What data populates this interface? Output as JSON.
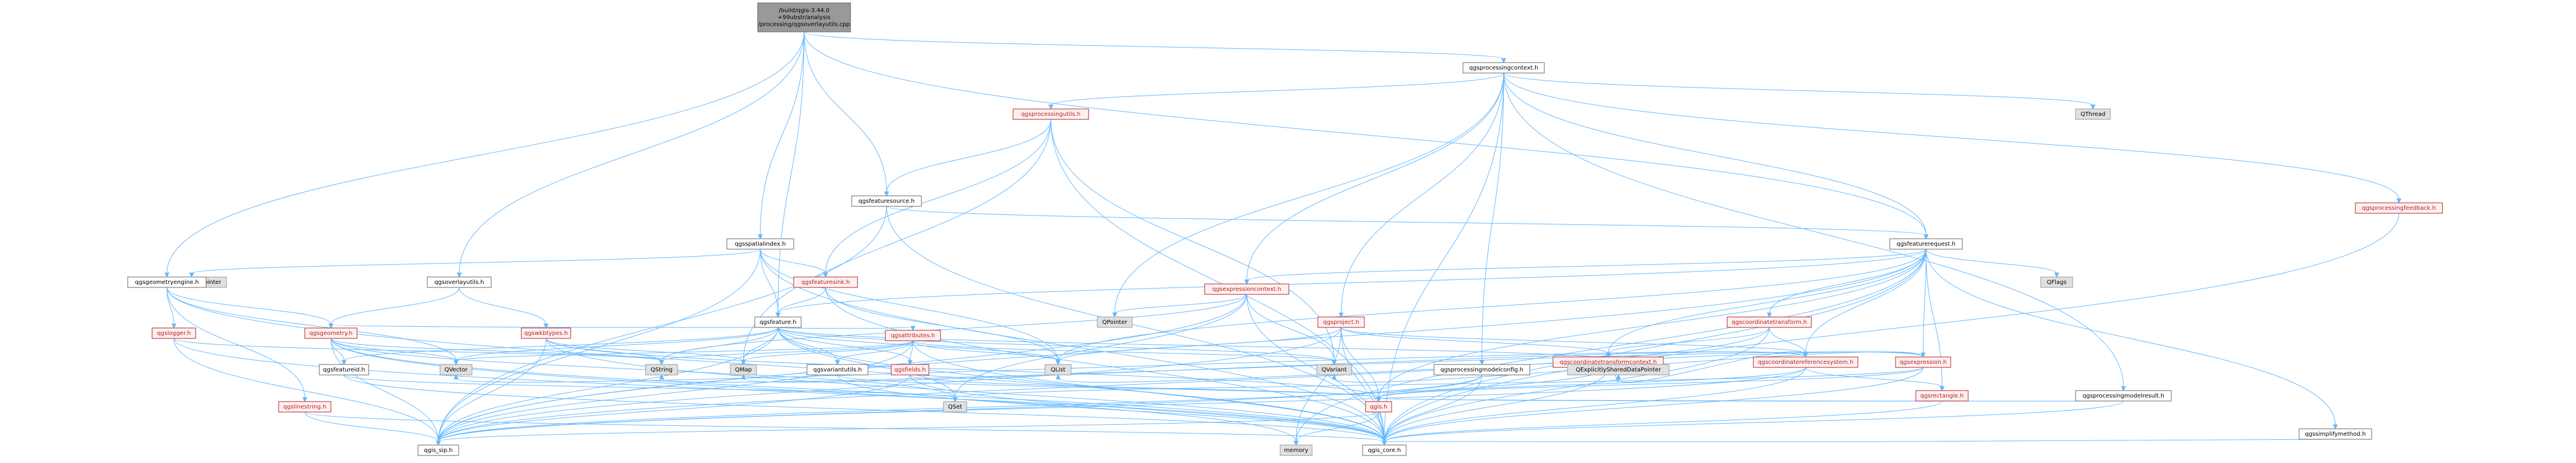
{
  "colors": {
    "root_fill": "#999999",
    "root_stroke": "#666666",
    "normal_fill": "#ffffff",
    "normal_stroke": "#666666",
    "truncated_fill": "#fff0f0",
    "truncated_stroke": "#b22222",
    "truncated_text": "#b22222",
    "external_fill": "#e0e0e0",
    "external_stroke": "#999999",
    "edge": "#63b8ff",
    "text": "#000000"
  },
  "nodes": [
    {
      "id": "root",
      "lines": [
        "/build/qgis-3.44.0",
        "+99ubstr/analysis",
        "/processing/qgsoverlayutils.cpp"
      ],
      "kind": "root"
    },
    {
      "id": "qgsprocessingcontext",
      "lines": [
        "qgsprocessingcontext.h"
      ],
      "kind": "normal"
    },
    {
      "id": "qgsprocessingutils",
      "lines": [
        "qgsprocessingutils.h"
      ],
      "kind": "truncated"
    },
    {
      "id": "qthread",
      "lines": [
        "QThread"
      ],
      "kind": "external"
    },
    {
      "id": "qgsprocessingfeedback",
      "lines": [
        "qgsprocessingfeedback.h"
      ],
      "kind": "truncated"
    },
    {
      "id": "qgsfeaturesource",
      "lines": [
        "qgsfeaturesource.h"
      ],
      "kind": "normal"
    },
    {
      "id": "qgsspatialindex",
      "lines": [
        "qgsspatialindex.h"
      ],
      "kind": "normal"
    },
    {
      "id": "qgsfeaturerequest",
      "lines": [
        "qgsfeaturerequest.h"
      ],
      "kind": "normal"
    },
    {
      "id": "qshareddatapointer",
      "lines": [
        "QSharedDataPointer"
      ],
      "kind": "external"
    },
    {
      "id": "qgsfeaturesink",
      "lines": [
        "qgsfeaturesink.h"
      ],
      "kind": "truncated"
    },
    {
      "id": "qflags",
      "lines": [
        "QFlags"
      ],
      "kind": "external"
    },
    {
      "id": "qgsexpressioncontext",
      "lines": [
        "qgsexpressioncontext.h"
      ],
      "kind": "truncated"
    },
    {
      "id": "qgsoverlayutils",
      "lines": [
        "qgsoverlayutils.h"
      ],
      "kind": "normal"
    },
    {
      "id": "qgsgeometryengine",
      "lines": [
        "qgsgeometryengine.h"
      ],
      "kind": "normal"
    },
    {
      "id": "qgsfeature",
      "lines": [
        "qgsfeature.h"
      ],
      "kind": "normal"
    },
    {
      "id": "qpointer",
      "lines": [
        "QPointer"
      ],
      "kind": "external"
    },
    {
      "id": "qgsproject",
      "lines": [
        "qgsproject.h"
      ],
      "kind": "truncated"
    },
    {
      "id": "qgscoordinatetransform",
      "lines": [
        "qgscoordinatetransform.h"
      ],
      "kind": "truncated"
    },
    {
      "id": "qgslogger",
      "lines": [
        "qgslogger.h"
      ],
      "kind": "truncated"
    },
    {
      "id": "qgsgeometry",
      "lines": [
        "qgsgeometry.h"
      ],
      "kind": "truncated"
    },
    {
      "id": "qgswkbtypes",
      "lines": [
        "qgswkbtypes.h"
      ],
      "kind": "truncated"
    },
    {
      "id": "qgsattributes",
      "lines": [
        "qgsattributes.h"
      ],
      "kind": "truncated"
    },
    {
      "id": "qgscoordinatetransformcontext",
      "lines": [
        "qgscoordinatetransformcontext.h"
      ],
      "kind": "truncated"
    },
    {
      "id": "qgscoordinatereferencesystem",
      "lines": [
        "qgscoordinatereferencesystem.h"
      ],
      "kind": "truncated"
    },
    {
      "id": "qgsexpression",
      "lines": [
        "qgsexpression.h"
      ],
      "kind": "truncated"
    },
    {
      "id": "qgsfeatureid",
      "lines": [
        "qgsfeatureid.h"
      ],
      "kind": "normal"
    },
    {
      "id": "qvector",
      "lines": [
        "QVector"
      ],
      "kind": "external"
    },
    {
      "id": "qstring",
      "lines": [
        "QString"
      ],
      "kind": "external"
    },
    {
      "id": "qmap",
      "lines": [
        "QMap"
      ],
      "kind": "external"
    },
    {
      "id": "qgsvariantutils",
      "lines": [
        "qgsvariantutils.h"
      ],
      "kind": "normal"
    },
    {
      "id": "qgsfields",
      "lines": [
        "qgsfields.h"
      ],
      "kind": "truncated"
    },
    {
      "id": "qlist",
      "lines": [
        "QList"
      ],
      "kind": "external"
    },
    {
      "id": "qvariant",
      "lines": [
        "QVariant"
      ],
      "kind": "external"
    },
    {
      "id": "qexplicitlyshareddatapointer",
      "lines": [
        "QExplicitlySharedDataPointer"
      ],
      "kind": "external"
    },
    {
      "id": "qgsprocessingmodelconfig",
      "lines": [
        "qgsprocessingmodelconfig.h"
      ],
      "kind": "normal"
    },
    {
      "id": "qgsrectangle",
      "lines": [
        "qgsrectangle.h"
      ],
      "kind": "truncated"
    },
    {
      "id": "qgsprocessingmodelresult",
      "lines": [
        "qgsprocessingmodelresult.h"
      ],
      "kind": "normal"
    },
    {
      "id": "qset",
      "lines": [
        "QSet"
      ],
      "kind": "external"
    },
    {
      "id": "qgis",
      "lines": [
        "qgis.h"
      ],
      "kind": "truncated"
    },
    {
      "id": "qgslinestring",
      "lines": [
        "qgslinestring.h"
      ],
      "kind": "truncated"
    },
    {
      "id": "qgssimplifymethod",
      "lines": [
        "qgssimplifymethod.h"
      ],
      "kind": "normal"
    },
    {
      "id": "qgis_sip",
      "lines": [
        "qgis_sip.h"
      ],
      "kind": "normal"
    },
    {
      "id": "memory",
      "lines": [
        "memory"
      ],
      "kind": "external"
    },
    {
      "id": "qgis_core",
      "lines": [
        "qgis_core.h"
      ],
      "kind": "normal"
    }
  ],
  "edges": [
    [
      "root",
      "qgsprocessingcontext"
    ],
    [
      "root",
      "qgsfeaturesource"
    ],
    [
      "root",
      "qgsspatialindex"
    ],
    [
      "root",
      "qgsoverlayutils"
    ],
    [
      "root",
      "qgsgeometryengine"
    ],
    [
      "root",
      "qgsfeature"
    ],
    [
      "root",
      "qgsfeaturerequest"
    ],
    [
      "qgsprocessingcontext",
      "qgsprocessingutils"
    ],
    [
      "qgsprocessingcontext",
      "qthread"
    ],
    [
      "qgsprocessingcontext",
      "qgsprocessingfeedback"
    ],
    [
      "qgsprocessingcontext",
      "qgsexpressioncontext"
    ],
    [
      "qgsprocessingcontext",
      "qpointer"
    ],
    [
      "qgsprocessingcontext",
      "qgsproject"
    ],
    [
      "qgsprocessingcontext",
      "qgsprocessingmodelconfig"
    ],
    [
      "qgsprocessingcontext",
      "qgsprocessingmodelresult"
    ],
    [
      "qgsprocessingcontext",
      "qgis_core"
    ],
    [
      "qgsprocessingcontext",
      "qgsfeaturerequest"
    ],
    [
      "qgsprocessingutils",
      "qgsfeaturesource"
    ],
    [
      "qgsprocessingutils",
      "qgsfeaturesink"
    ],
    [
      "qgsprocessingutils",
      "qvariant"
    ],
    [
      "qgsprocessingutils",
      "qgis_core"
    ],
    [
      "qgsprocessingutils",
      "qmap"
    ],
    [
      "qgsprocessingfeedback",
      "qgis_core"
    ],
    [
      "qgsfeaturesource",
      "qgsfeaturerequest"
    ],
    [
      "qgsfeaturesource",
      "qgis_core"
    ],
    [
      "qgsfeaturesource",
      "qgis_sip"
    ],
    [
      "qgsspatialindex",
      "qshareddatapointer"
    ],
    [
      "qgsspatialindex",
      "qgsfeaturesink"
    ],
    [
      "qgsspatialindex",
      "qgsfeature"
    ],
    [
      "qgsspatialindex",
      "qlist"
    ],
    [
      "qgsspatialindex",
      "qgis_sip"
    ],
    [
      "qgsspatialindex",
      "qgis_core"
    ],
    [
      "qgsfeaturerequest",
      "qflags"
    ],
    [
      "qgsfeaturerequest",
      "qgsexpressioncontext"
    ],
    [
      "qgsfeaturerequest",
      "qgsfeature"
    ],
    [
      "qgsfeaturerequest",
      "qgscoordinatetransform"
    ],
    [
      "qgsfeaturerequest",
      "qgscoordinatetransformcontext"
    ],
    [
      "qgsfeaturerequest",
      "qgscoordinatereferencesystem"
    ],
    [
      "qgsfeaturerequest",
      "qgsexpression"
    ],
    [
      "qgsfeaturerequest",
      "qgsrectangle"
    ],
    [
      "qgsfeaturerequest",
      "qgssimplifymethod"
    ],
    [
      "qgsfeaturerequest",
      "qgis_core"
    ],
    [
      "qgsfeaturerequest",
      "qgis_sip"
    ],
    [
      "qgsfeaturerequest",
      "qgis"
    ],
    [
      "qgsfeaturerequest",
      "qlist"
    ],
    [
      "qgsfeaturerequest",
      "memory"
    ],
    [
      "qgsfeaturesink",
      "qgsfeature"
    ],
    [
      "qgsfeaturesink",
      "qgis_core"
    ],
    [
      "qgsfeaturesink",
      "qlist"
    ],
    [
      "qgsexpressioncontext",
      "qpointer"
    ],
    [
      "qgsexpressioncontext",
      "qvariant"
    ],
    [
      "qgsexpressioncontext",
      "qstring"
    ],
    [
      "qgsexpressioncontext",
      "qset"
    ],
    [
      "qgsexpressioncontext",
      "qgis_core"
    ],
    [
      "qgsexpressioncontext",
      "qgis_sip"
    ],
    [
      "qgsoverlayutils",
      "qgswkbtypes"
    ],
    [
      "qgsoverlayutils",
      "qgsgeometry"
    ],
    [
      "qgsgeometryengine",
      "qgslogger"
    ],
    [
      "qgsgeometryengine",
      "qgsgeometry"
    ],
    [
      "qgsgeometryengine",
      "qvector"
    ],
    [
      "qgsgeometryengine",
      "qgis_core"
    ],
    [
      "qgsgeometryengine",
      "qgslinestring"
    ],
    [
      "qgsfeature",
      "qgsgeometry"
    ],
    [
      "qgsfeature",
      "qgsattributes"
    ],
    [
      "qgsfeature",
      "qgsfields"
    ],
    [
      "qgsfeature",
      "qgsfeatureid"
    ],
    [
      "qgsfeature",
      "qmap"
    ],
    [
      "qgsfeature",
      "qstring"
    ],
    [
      "qgsfeature",
      "qvariant"
    ],
    [
      "qgsfeature",
      "qlist"
    ],
    [
      "qgsfeature",
      "qvector"
    ],
    [
      "qgsfeature",
      "qset"
    ],
    [
      "qgsfeature",
      "qexplicitlyshareddatapointer"
    ],
    [
      "qgsfeature",
      "qgis_core"
    ],
    [
      "qgsfeature",
      "qgis_sip"
    ],
    [
      "qgsfeature",
      "qgsvariantutils"
    ],
    [
      "qgsproject",
      "qgscoordinatetransformcontext"
    ],
    [
      "qgsproject",
      "qgscoordinatereferencesystem"
    ],
    [
      "qgsproject",
      "qgis_core"
    ],
    [
      "qgsproject",
      "qgis_sip"
    ],
    [
      "qgsproject",
      "qgis"
    ],
    [
      "qgsproject",
      "qlist"
    ],
    [
      "qgsproject",
      "memory"
    ],
    [
      "qgscoordinatetransform",
      "qgscoordinatetransformcontext"
    ],
    [
      "qgscoordinatetransform",
      "qgscoordinatereferencesystem"
    ],
    [
      "qgscoordinatetransform",
      "qgis_core"
    ],
    [
      "qgscoordinatetransform",
      "qgis_sip"
    ],
    [
      "qgslogger",
      "qstring"
    ],
    [
      "qgslogger",
      "qgis_core"
    ],
    [
      "qgslogger",
      "qgis_sip"
    ],
    [
      "qgsgeometry",
      "qgsfeatureid"
    ],
    [
      "qgsgeometry",
      "qvector"
    ],
    [
      "qgsgeometry",
      "qstring"
    ],
    [
      "qgsgeometry",
      "qgis_core"
    ],
    [
      "qgsgeometry",
      "qgis_sip"
    ],
    [
      "qgsgeometry",
      "memory"
    ],
    [
      "qgsgeometry",
      "qset"
    ],
    [
      "qgswkbtypes",
      "qstring"
    ],
    [
      "qgswkbtypes",
      "qmap"
    ],
    [
      "qgswkbtypes",
      "qgis_core"
    ],
    [
      "qgswkbtypes",
      "qgis_sip"
    ],
    [
      "qgswkbtypes",
      "qgis"
    ],
    [
      "qgsattributes",
      "qgis_core"
    ],
    [
      "qgsattributes",
      "qgis_sip"
    ],
    [
      "qgsattributes",
      "qmap"
    ],
    [
      "qgsattributes",
      "qstring"
    ],
    [
      "qgsattributes",
      "qvariant"
    ],
    [
      "qgsattributes",
      "qlist"
    ],
    [
      "qgsattributes",
      "qvector"
    ],
    [
      "qgsattributes",
      "qgsvariantutils"
    ],
    [
      "qgsattributes",
      "qgsfields"
    ],
    [
      "qgscoordinatetransformcontext",
      "qgis_core"
    ],
    [
      "qgscoordinatetransformcontext",
      "qgis_sip"
    ],
    [
      "qgscoordinatetransformcontext",
      "qexplicitlyshareddatapointer"
    ],
    [
      "qgscoordinatereferencesystem",
      "qvector"
    ],
    [
      "qgscoordinatereferencesystem",
      "qexplicitlyshareddatapointer"
    ],
    [
      "qgscoordinatereferencesystem",
      "qgsrectangle"
    ],
    [
      "qgscoordinatereferencesystem",
      "qgis_core"
    ],
    [
      "qgscoordinatereferencesystem",
      "qgis_sip"
    ],
    [
      "qgscoordinatereferencesystem",
      "qgis"
    ],
    [
      "qgscoordinatereferencesystem",
      "qmap"
    ],
    [
      "qgsexpression",
      "qstring"
    ],
    [
      "qgsexpression",
      "qvariant"
    ],
    [
      "qgsexpression",
      "qlist"
    ],
    [
      "qgsexpression",
      "qgis_core"
    ],
    [
      "qgsexpression",
      "qgis"
    ],
    [
      "qgsexpression",
      "qset"
    ],
    [
      "qgsfeatureid",
      "qset"
    ],
    [
      "qgsfeatureid",
      "qgis_core"
    ],
    [
      "qgsvariantutils",
      "qgis_core"
    ],
    [
      "qgsvariantutils",
      "qgis"
    ],
    [
      "qgsfields",
      "qgis_core"
    ],
    [
      "qgsfields",
      "qgis_sip"
    ],
    [
      "qgsfields",
      "qgis"
    ],
    [
      "qgsprocessingmodelconfig",
      "qgis_core"
    ],
    [
      "qgsprocessingmodelconfig",
      "qgis"
    ],
    [
      "qgsprocessingmodelconfig",
      "qgis_sip"
    ],
    [
      "qgsrectangle",
      "qgis_core"
    ],
    [
      "qgsrectangle",
      "qgis"
    ],
    [
      "qgsprocessingmodelresult",
      "qgis_core"
    ],
    [
      "qgsprocessingmodelresult",
      "qgis"
    ],
    [
      "qgis",
      "qgis_sip"
    ],
    [
      "qgis",
      "memory"
    ],
    [
      "qgis",
      "qgis_core"
    ],
    [
      "qgslinestring",
      "qgis_core"
    ],
    [
      "qgslinestring",
      "qgis_sip"
    ],
    [
      "qgssimplifymethod",
      "qgis_core"
    ]
  ]
}
